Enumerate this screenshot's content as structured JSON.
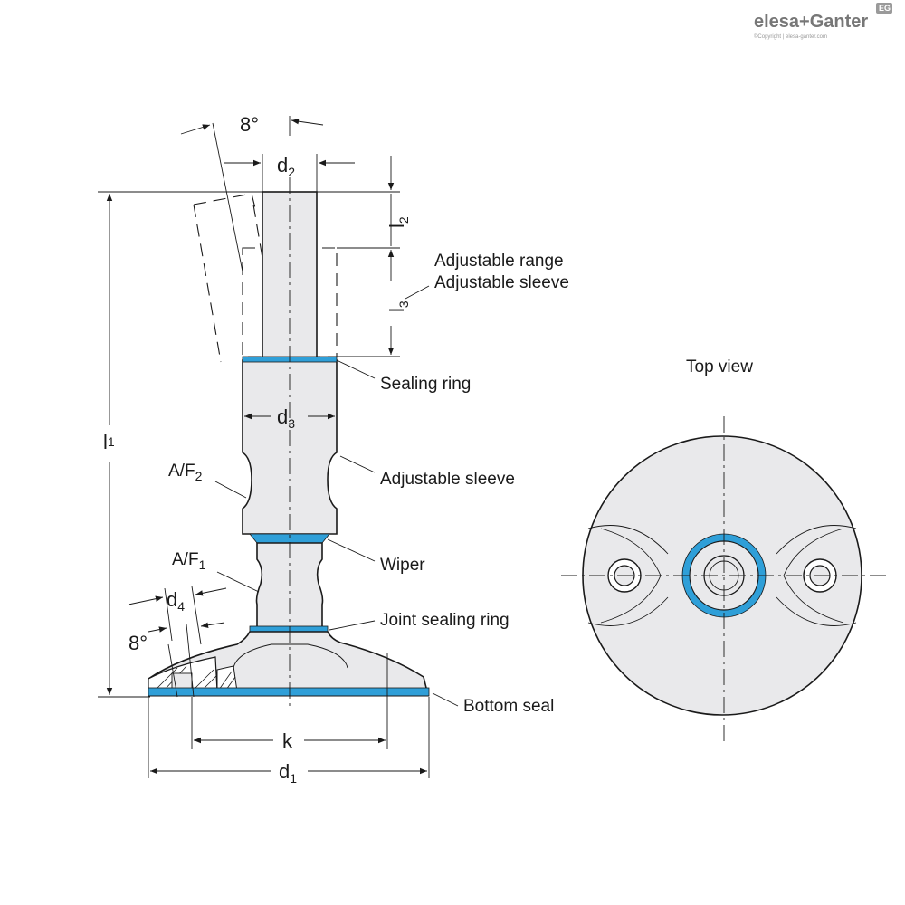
{
  "brand": {
    "name": "elesa+Ganter",
    "copyright": "©Copyright | elesa-ganter.com",
    "badge": "EG"
  },
  "labels": {
    "adjustable_range": "Adjustable range",
    "adjustable_sleeve_top": "Adjustable sleeve",
    "sealing_ring": "Sealing ring",
    "adjustable_sleeve": "Adjustable sleeve",
    "wiper": "Wiper",
    "joint_sealing_ring": "Joint sealing ring",
    "bottom_seal": "Bottom seal",
    "top_view": "Top view"
  },
  "dimensions": {
    "angle_top": "8°",
    "angle_bottom": "8°",
    "d2": {
      "base": "d",
      "sub": "2"
    },
    "d3": {
      "base": "d",
      "sub": "3"
    },
    "d4": {
      "base": "d",
      "sub": "4"
    },
    "d1": {
      "base": "d",
      "sub": "1"
    },
    "k": "k",
    "l1": {
      "base": "l",
      "sub": "1"
    },
    "l2": {
      "base": "l",
      "sub": "2"
    },
    "l3": {
      "base": "l",
      "sub": "3"
    },
    "af2": {
      "base": "A/F",
      "sub": "2"
    },
    "af1": {
      "base": "A/F",
      "sub": "1"
    }
  },
  "colors": {
    "seal": "#2f9fd8",
    "part_fill": "#e9e9eb",
    "line": "#1a1a1a"
  }
}
